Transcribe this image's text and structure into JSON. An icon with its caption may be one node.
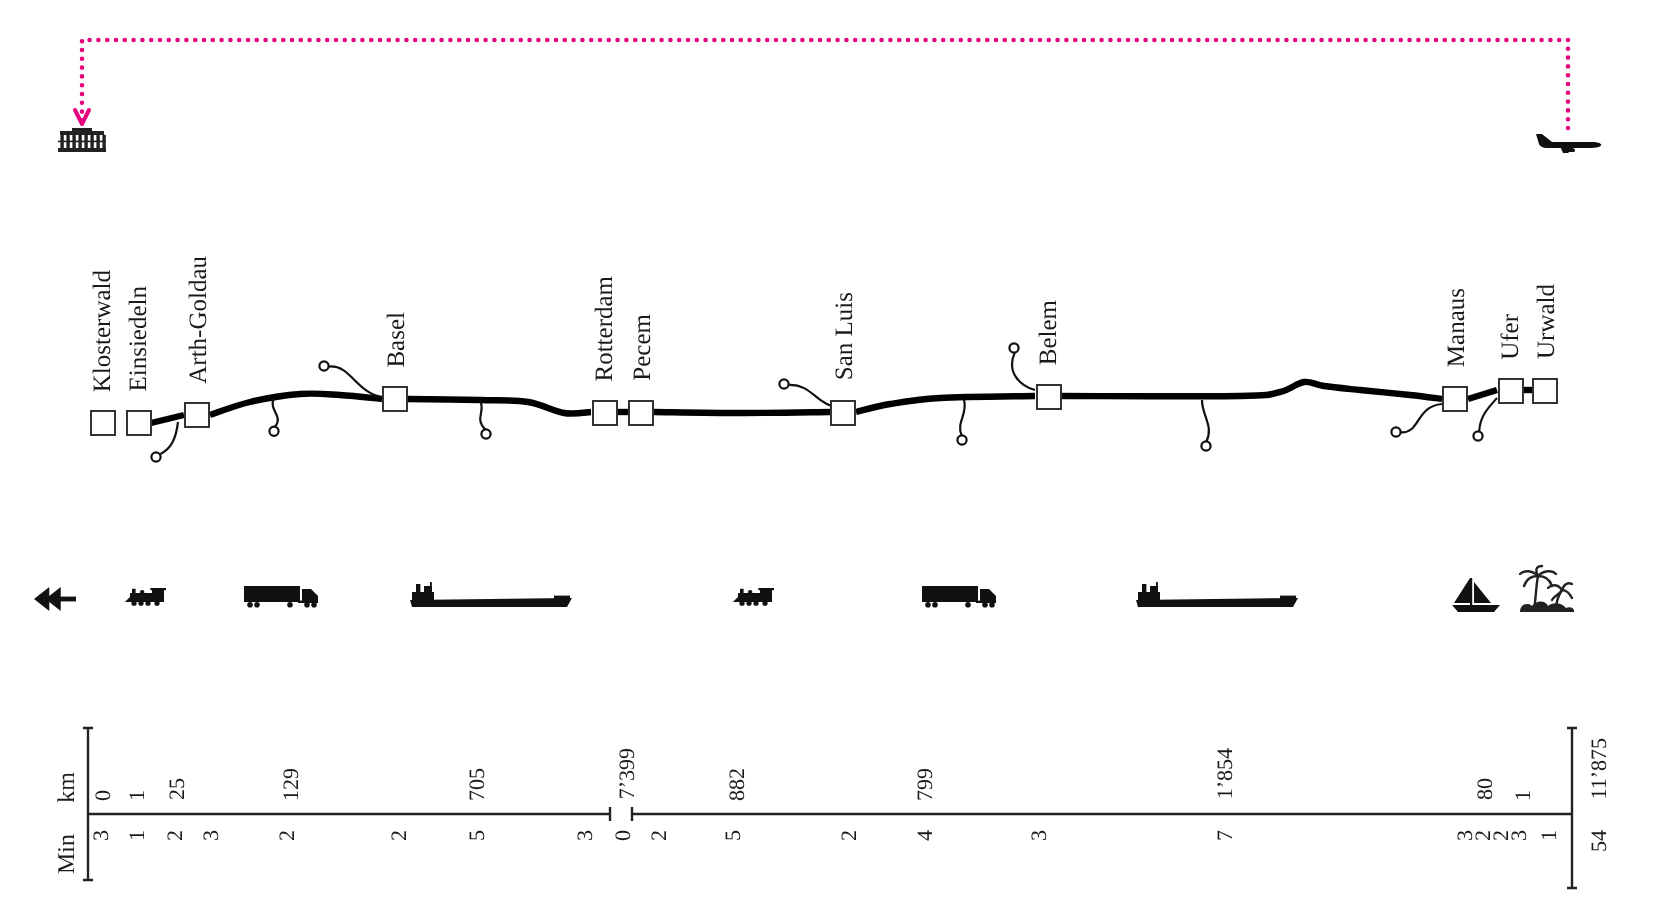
{
  "diagram": {
    "nodes": [
      {
        "text": [],
        "shape": "picture"
      },
      {
        "text": [],
        "shape": "picture"
      },
      {
        "text": [
          "Klosterwald"
        ]
      },
      {
        "text": [
          "Einsiedeln"
        ]
      },
      {
        "text": [
          "Arth-Goldau"
        ]
      },
      {
        "text": [
          "Basel"
        ]
      },
      {
        "text": [
          "Rotterdam"
        ]
      },
      {
        "text": [
          "Pecem"
        ]
      },
      {
        "text": [
          "San Luis"
        ]
      },
      {
        "text": [
          "Belem"
        ]
      },
      {
        "text": [
          "Manaus"
        ]
      },
      {
        "text": [
          "Ufer"
        ]
      },
      {
        "text": [
          "Urwald"
        ]
      }
    ],
    "edges": [
      {
        "from": 1,
        "to": 0,
        "arrow": "to",
        "style": "dashed",
        "color": "#e6007e"
      },
      {
        "from": 3,
        "to": 4,
        "arrow": "none"
      },
      {
        "from": 4,
        "to": 5,
        "arrow": "none"
      },
      {
        "from": 5,
        "to": 6,
        "arrow": "none"
      },
      {
        "from": 6,
        "to": 7,
        "arrow": "none"
      },
      {
        "from": 7,
        "to": 8,
        "arrow": "none"
      },
      {
        "from": 8,
        "to": 9,
        "arrow": "none"
      },
      {
        "from": 9,
        "to": 10,
        "arrow": "none"
      },
      {
        "from": 10,
        "to": 11,
        "arrow": "none"
      },
      {
        "from": 11,
        "to": 12,
        "arrow": "none"
      }
    ],
    "labels": [
      "km",
      "0",
      "1",
      "25",
      "129",
      "705",
      "7’399",
      "882",
      "799",
      "1’854",
      "80",
      "1",
      "11’875",
      "Min",
      "3",
      "1",
      "2",
      "3",
      "2",
      "2",
      "5",
      "3",
      "0",
      "2",
      "5",
      "2",
      "4",
      "3",
      "7",
      "3",
      "2",
      "2",
      "3",
      "1",
      "54"
    ]
  }
}
